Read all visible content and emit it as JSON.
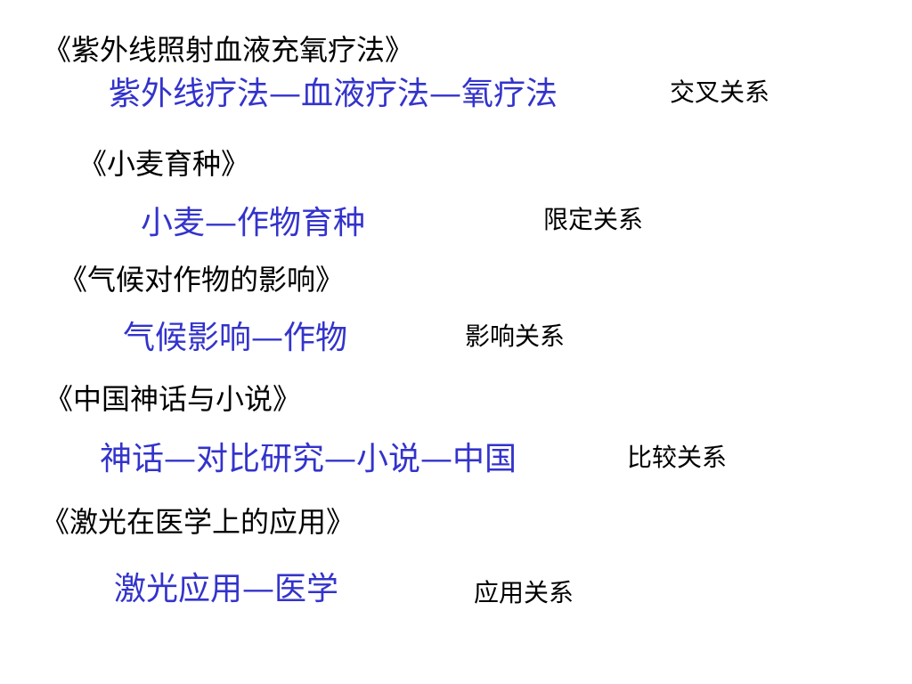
{
  "examples": [
    {
      "title": "《紫外线照射血液充氧疗法》",
      "analysis": "紫外线疗法—血液疗法—氧疗法",
      "relation": "交叉关系"
    },
    {
      "title": "《小麦育种》",
      "analysis": "小麦—作物育种",
      "relation": "限定关系"
    },
    {
      "title": "《气候对作物的影响》",
      "analysis": "气候影响—作物",
      "relation": "影响关系"
    },
    {
      "title": "《中国神话与小说》",
      "analysis": "神话—对比研究—小说—中国",
      "relation": "比较关系"
    },
    {
      "title": "《激光在医学上的应用》",
      "analysis": "激光应用—医学",
      "relation": "应用关系"
    }
  ],
  "colors": {
    "analysis_text": "#3333cc",
    "title_text": "#000000",
    "relation_text": "#000000",
    "background": "#ffffff"
  }
}
